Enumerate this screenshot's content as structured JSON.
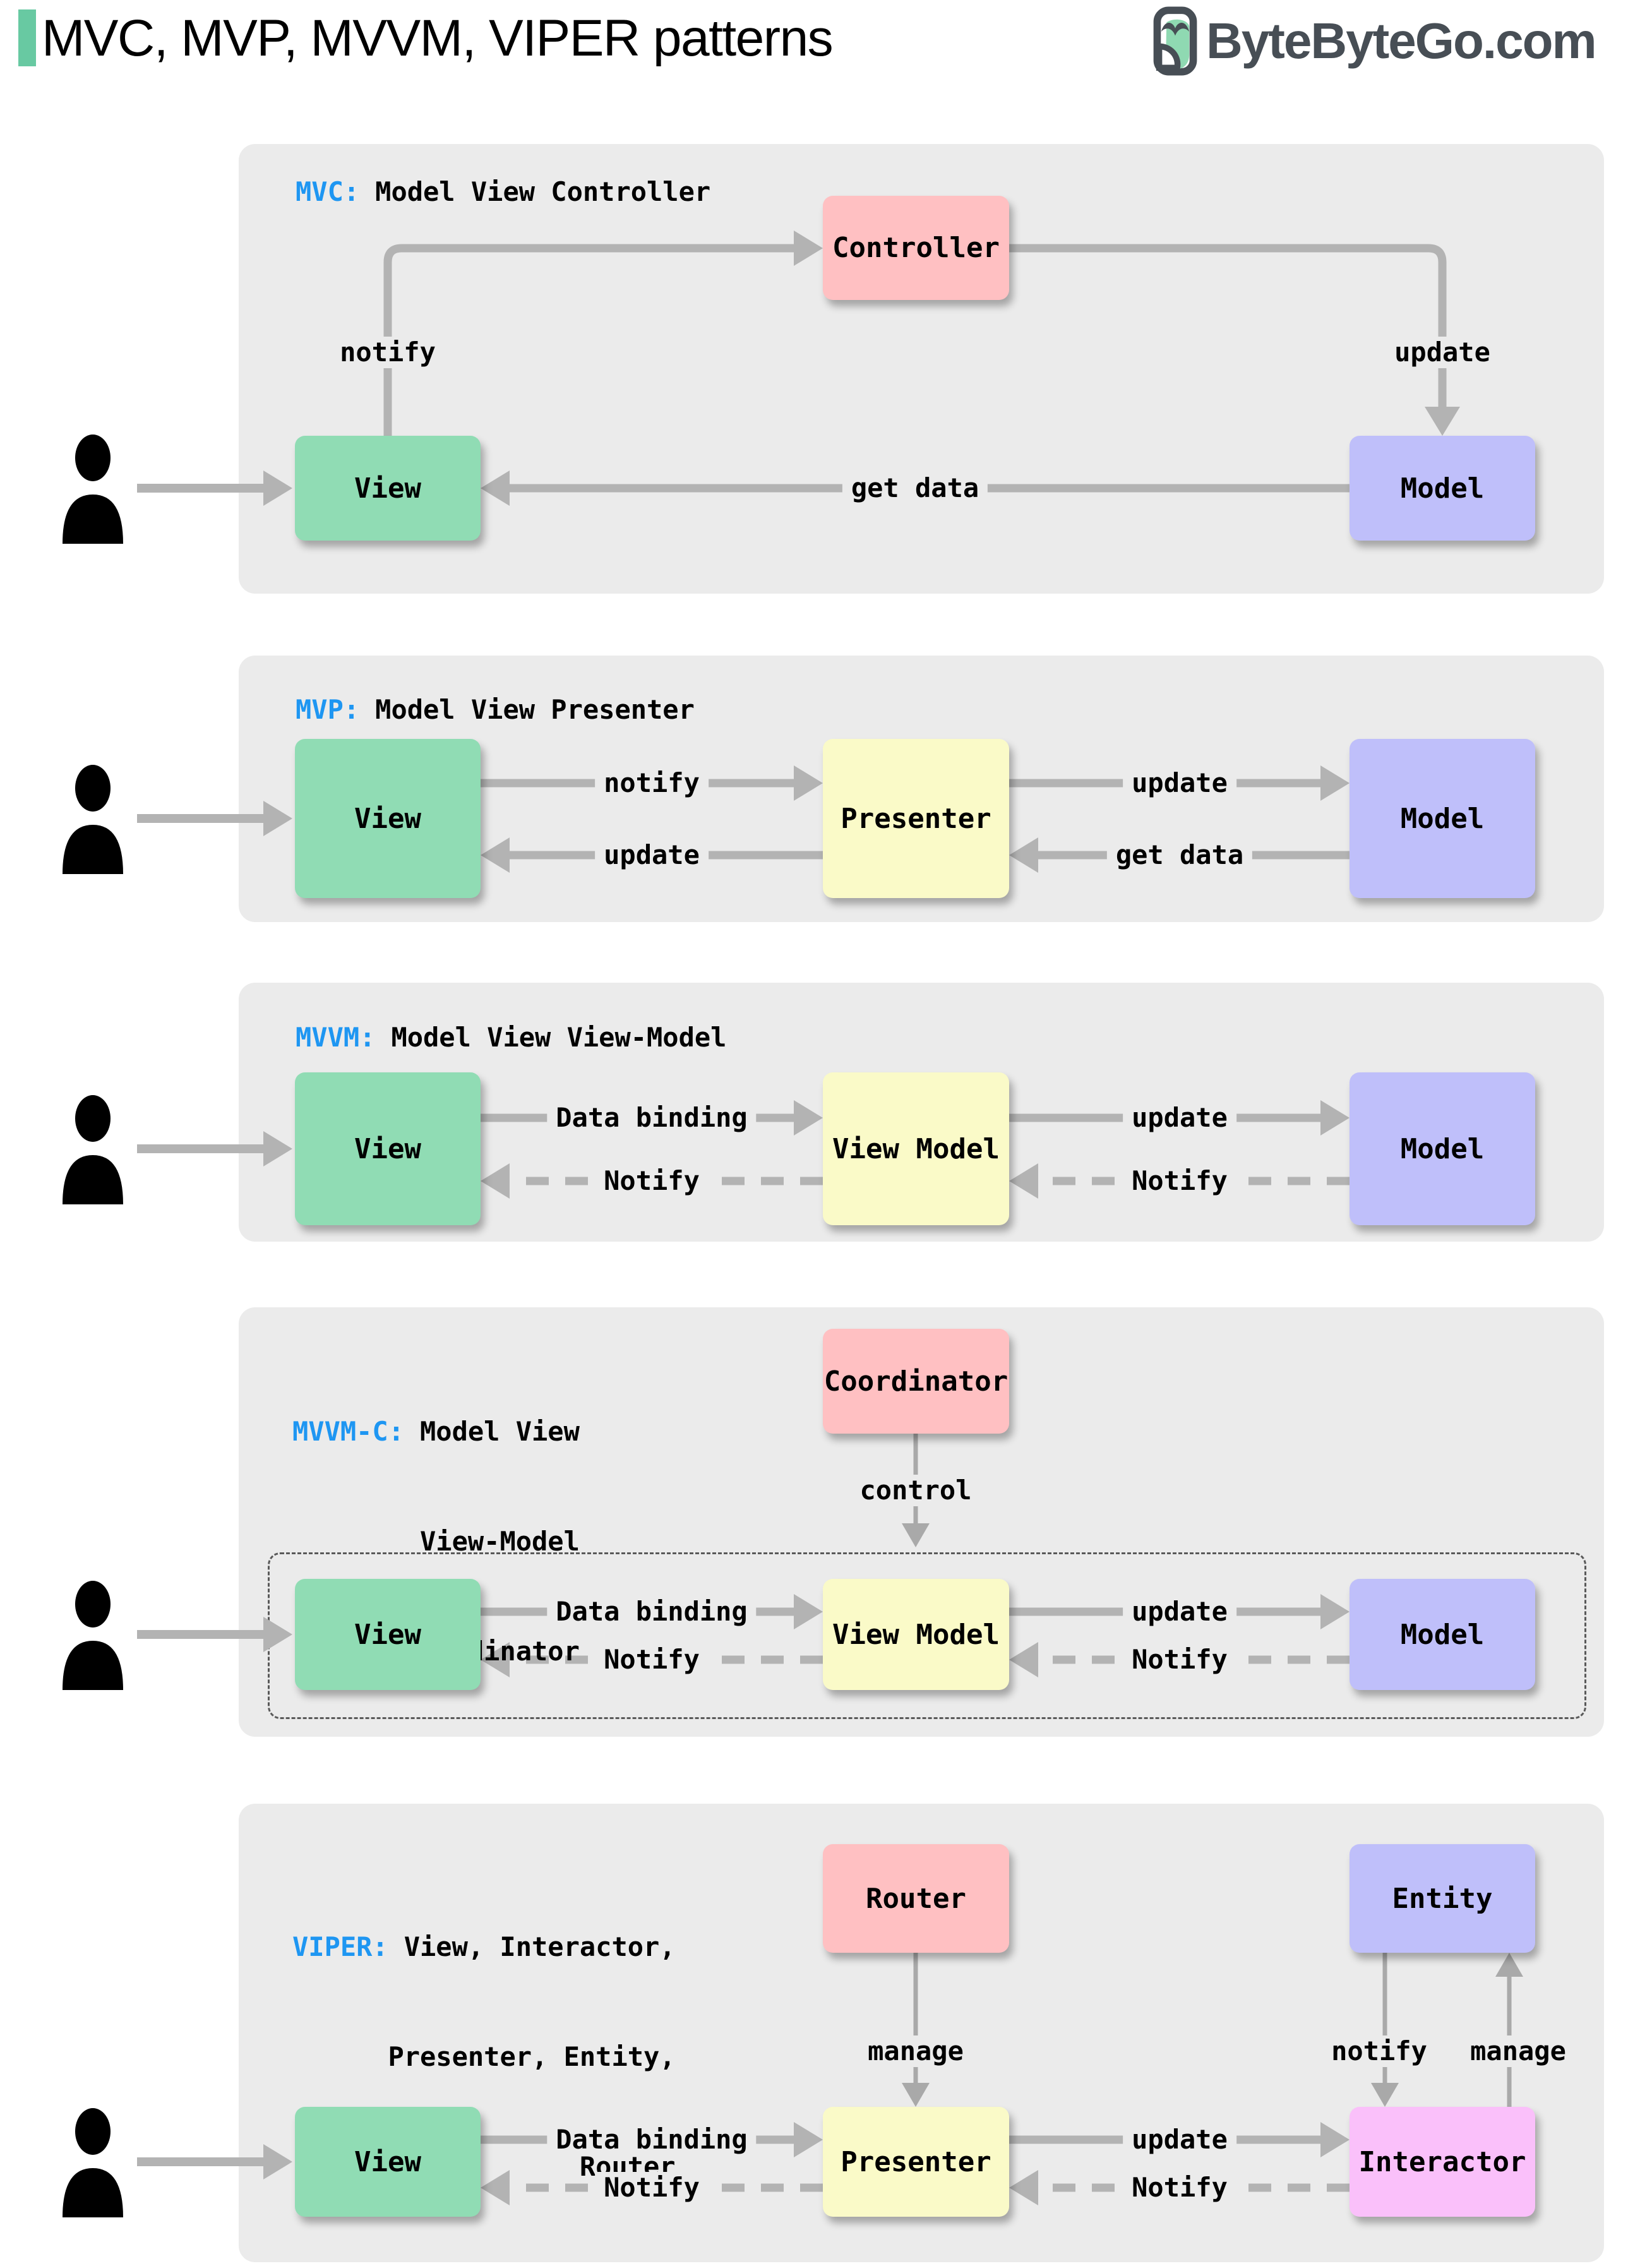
{
  "header": {
    "title": "MVC, MVP, MVVM, VIPER patterns",
    "logo_text": "ByteByteGo.com"
  },
  "icons": {
    "user": "user-silhouette",
    "logo": "bytebytego-owl"
  },
  "colors": {
    "accent_bar": "#68C9A2",
    "tag_blue": "#1E96F2",
    "panel_bg": "#EBEBEB",
    "arrow_gray": "#B3B3B3",
    "box_view_green": "#90DCB4",
    "box_model_purple": "#BFBFFA",
    "box_presenter_yellow": "#FAFAC8",
    "box_controller_pink": "#FFC0C2",
    "box_interactor_magenta": "#FAC0FA",
    "logo_dark": "#474E55"
  },
  "panels": {
    "mvc": {
      "tag": "MVC:",
      "subtitle": "Model View Controller",
      "boxes": {
        "controller": "Controller",
        "view": "View",
        "model": "Model"
      },
      "labels": {
        "notify": "notify",
        "update": "update",
        "get_data": "get data"
      }
    },
    "mvp": {
      "tag": "MVP:",
      "subtitle": "Model View Presenter",
      "boxes": {
        "view": "View",
        "presenter": "Presenter",
        "model": "Model"
      },
      "labels": {
        "notify": "notify",
        "update_view": "update",
        "update_model": "update",
        "get_data": "get data"
      }
    },
    "mvvm": {
      "tag": "MVVM:",
      "subtitle": "Model View View-Model",
      "boxes": {
        "view": "View",
        "view_model": "View Model",
        "model": "Model"
      },
      "labels": {
        "data_binding": "Data binding",
        "notify_view": "Notify",
        "update": "update",
        "notify_vm": "Notify"
      }
    },
    "mvvmc": {
      "tag": "MVVM-C:",
      "subtitle_lines": [
        "Model View",
        "View-Model",
        "Coordinator"
      ],
      "boxes": {
        "coordinator": "Coordinator",
        "view": "View",
        "view_model": "View Model",
        "model": "Model"
      },
      "labels": {
        "control": "control",
        "data_binding": "Data binding",
        "notify_view": "Notify",
        "update": "update",
        "notify_vm": "Notify"
      }
    },
    "viper": {
      "tag": "VIPER:",
      "subtitle_lines": [
        "View, Interactor,",
        "Presenter, Entity,",
        "Router"
      ],
      "boxes": {
        "router": "Router",
        "entity": "Entity",
        "view": "View",
        "presenter": "Presenter",
        "interactor": "Interactor"
      },
      "labels": {
        "manage_router": "manage",
        "notify_entity": "notify",
        "manage_entity": "manage",
        "data_binding": "Data binding",
        "update": "update",
        "notify_view": "Notify",
        "notify_presenter": "Notify"
      }
    }
  }
}
